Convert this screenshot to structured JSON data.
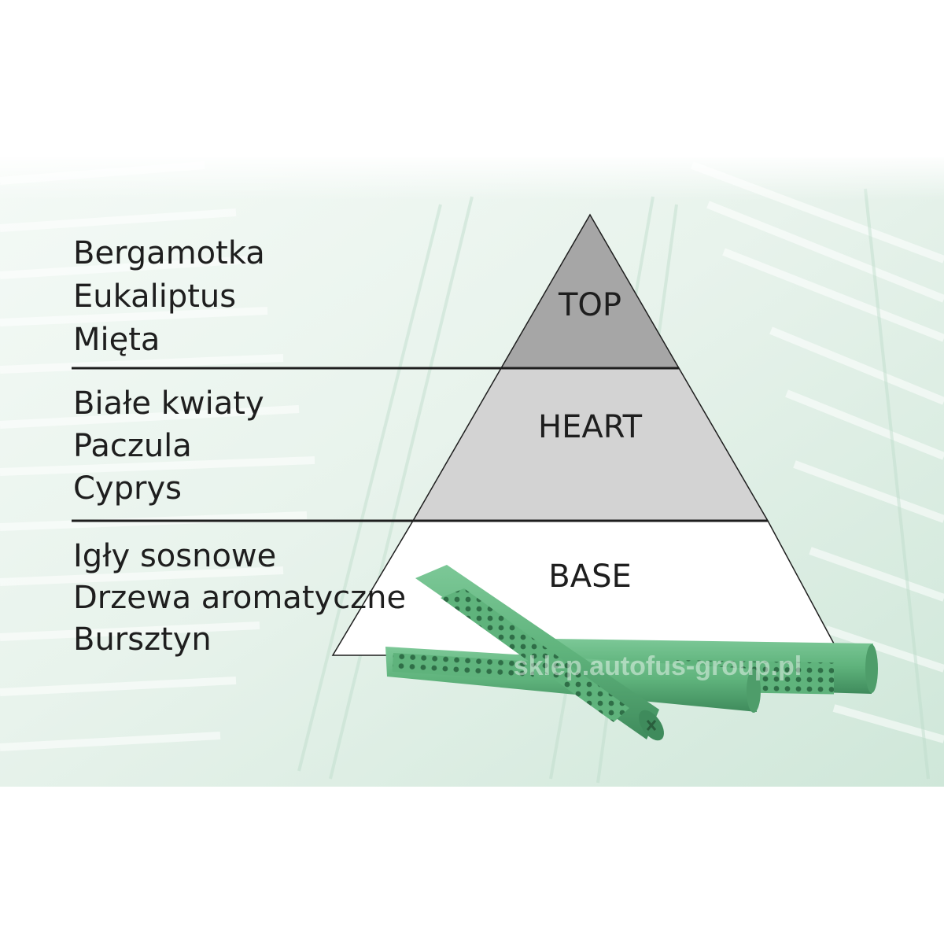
{
  "pyramid": {
    "tiers": [
      {
        "label": "TOP",
        "color": "#a6a6a6",
        "notes": [
          "Bergamotka",
          "Eukaliptus",
          "Mięta"
        ]
      },
      {
        "label": "HEART",
        "color": "#d3d3d3",
        "notes": [
          "Białe kwiaty",
          "Paczula",
          "Cyprys"
        ]
      },
      {
        "label": "BASE",
        "color": "#ffffff",
        "notes": [
          "Igły sosnowe",
          "Drzewa aromatyczne",
          "Bursztyn"
        ]
      }
    ]
  },
  "product": {
    "name": "green-refill-stick",
    "color": "#5fb37c"
  },
  "watermark": "sklep.autofus-group.pl"
}
